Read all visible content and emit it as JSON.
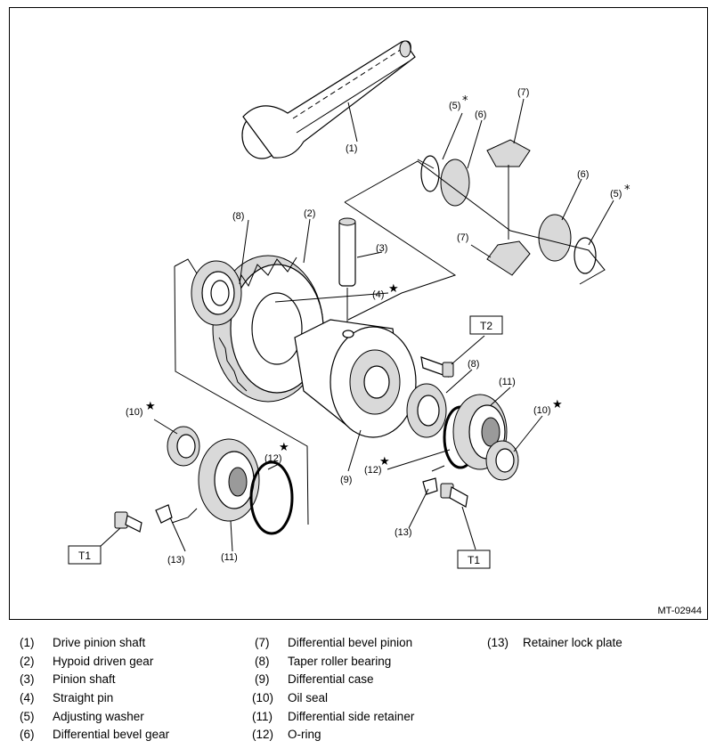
{
  "figure": {
    "code": "MT-02944",
    "callouts": {
      "c1": "(1)",
      "c2": "(2)",
      "c3": "(3)",
      "c4": "(4)",
      "c5a": "(5)",
      "c5b": "(5)",
      "c6a": "(6)",
      "c6b": "(6)",
      "c7a": "(7)",
      "c7b": "(7)",
      "c8a": "(8)",
      "c8b": "(8)",
      "c9": "(9)",
      "c10a": "(10)",
      "c10b": "(10)",
      "c11a": "(11)",
      "c11b": "(11)",
      "c12a": "(12)",
      "c12b": "(12)",
      "c13a": "(13)",
      "c13b": "(13)"
    },
    "symbols": {
      "star": "★",
      "asterisk": "*"
    },
    "torque_labels": {
      "t1_left": "T1",
      "t1_right": "T1",
      "t2": "T2"
    }
  },
  "legend": [
    {
      "num": "(1)",
      "text": "Drive pinion shaft"
    },
    {
      "num": "(2)",
      "text": "Hypoid driven gear"
    },
    {
      "num": "(3)",
      "text": "Pinion shaft"
    },
    {
      "num": "(4)",
      "text": "Straight pin"
    },
    {
      "num": "(5)",
      "text": "Adjusting washer"
    },
    {
      "num": "(6)",
      "text": "Differential bevel gear"
    },
    {
      "num": "(7)",
      "text": "Differential bevel pinion"
    },
    {
      "num": "(8)",
      "text": "Taper roller bearing"
    },
    {
      "num": "(9)",
      "text": "Differential case"
    },
    {
      "num": "(10)",
      "text": "Oil seal"
    },
    {
      "num": "(11)",
      "text": "Differential side retainer"
    },
    {
      "num": "(12)",
      "text": "O-ring"
    },
    {
      "num": "(13)",
      "text": "Retainer lock plate"
    }
  ]
}
